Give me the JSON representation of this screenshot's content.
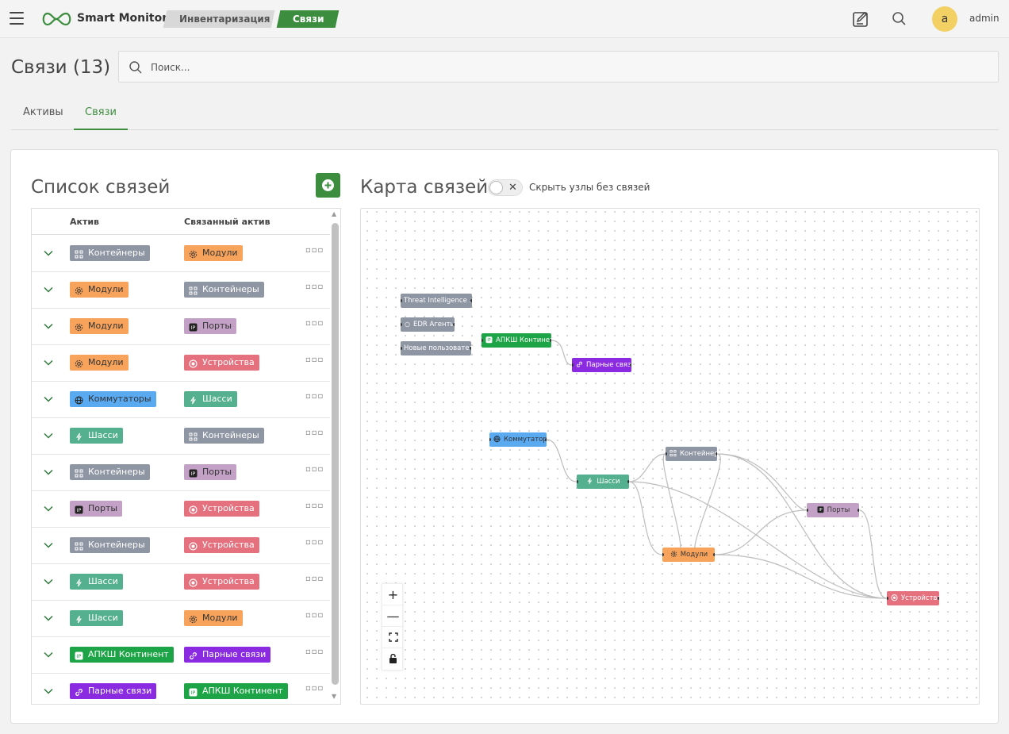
{
  "app": {
    "brand": "Smart Monitor",
    "username": "admin",
    "avatar_letter": "a"
  },
  "breadcrumbs": [
    "Инвентаризация",
    "Связи"
  ],
  "page": {
    "title": "Связи (13)",
    "search_placeholder": "Поиск..."
  },
  "tabs": [
    "Активы",
    "Связи"
  ],
  "list": {
    "title": "Список связей",
    "columns": {
      "asset": "Актив",
      "linked": "Связанный актив"
    },
    "rows": [
      {
        "asset": "Контейнеры",
        "linked": "Модули"
      },
      {
        "asset": "Модули",
        "linked": "Контейнеры"
      },
      {
        "asset": "Модули",
        "linked": "Порты"
      },
      {
        "asset": "Модули",
        "linked": "Устройства"
      },
      {
        "asset": "Коммутаторы",
        "linked": "Шасси"
      },
      {
        "asset": "Шасси",
        "linked": "Контейнеры"
      },
      {
        "asset": "Контейнеры",
        "linked": "Порты"
      },
      {
        "asset": "Порты",
        "linked": "Устройства"
      },
      {
        "asset": "Контейнеры",
        "linked": "Устройства"
      },
      {
        "asset": "Шасси",
        "linked": "Устройства"
      },
      {
        "asset": "Шасси",
        "linked": "Модули"
      },
      {
        "asset": "АПКШ Континент",
        "linked": "Парные связи"
      },
      {
        "asset": "Парные связи",
        "linked": "АПКШ Континент"
      }
    ]
  },
  "map": {
    "title": "Карта связей",
    "toggle_label": "Скрыть узлы без связей",
    "nodes": [
      {
        "id": "threat",
        "label": "Threat Intelligence ..."
      },
      {
        "id": "edr",
        "label": "EDR Агенты"
      },
      {
        "id": "newusers",
        "label": "Новые пользователи"
      },
      {
        "id": "apksh",
        "label": "АПКШ Континент"
      },
      {
        "id": "pair",
        "label": "Парные связи"
      },
      {
        "id": "switch",
        "label": "Коммутаторы"
      },
      {
        "id": "chassis",
        "label": "Шасси"
      },
      {
        "id": "cont",
        "label": "Контейнеры"
      },
      {
        "id": "ports",
        "label": "Порты"
      },
      {
        "id": "modules",
        "label": "Модули"
      },
      {
        "id": "devices",
        "label": "Устройства"
      }
    ],
    "zoom_controls": [
      "+",
      "—"
    ]
  },
  "categories": {
    "Контейнеры": {
      "color": "#8f96a3",
      "text": "#ffffff",
      "icon": "grid-icon"
    },
    "Модули": {
      "color": "#f7a35c",
      "text": "#333333",
      "icon": "gear-icon"
    },
    "Порты": {
      "color": "#c3a1c6",
      "text": "#333333",
      "icon": "port-icon"
    },
    "Устройства": {
      "color": "#e5707e",
      "text": "#ffffff",
      "icon": "device-icon"
    },
    "Коммутаторы": {
      "color": "#5aaaf2",
      "text": "#333333",
      "icon": "globe-icon"
    },
    "Шасси": {
      "color": "#55b08f",
      "text": "#ffffff",
      "icon": "bolt-icon"
    },
    "АПКШ Континент": {
      "color": "#1da446",
      "text": "#ffffff",
      "icon": "ip-icon"
    },
    "Парные связи": {
      "color": "#8a2be2",
      "text": "#ffffff",
      "icon": "link-icon"
    },
    "Threat Intelligence ...": {
      "color": "#8f96a3",
      "text": "#ffffff",
      "icon": ""
    },
    "EDR Агенты": {
      "color": "#8f96a3",
      "text": "#ffffff",
      "icon": "circle-icon"
    },
    "Новые пользователи": {
      "color": "#8f96a3",
      "text": "#ffffff",
      "icon": ""
    }
  },
  "colors": {
    "accent": "#3d8d3f"
  }
}
